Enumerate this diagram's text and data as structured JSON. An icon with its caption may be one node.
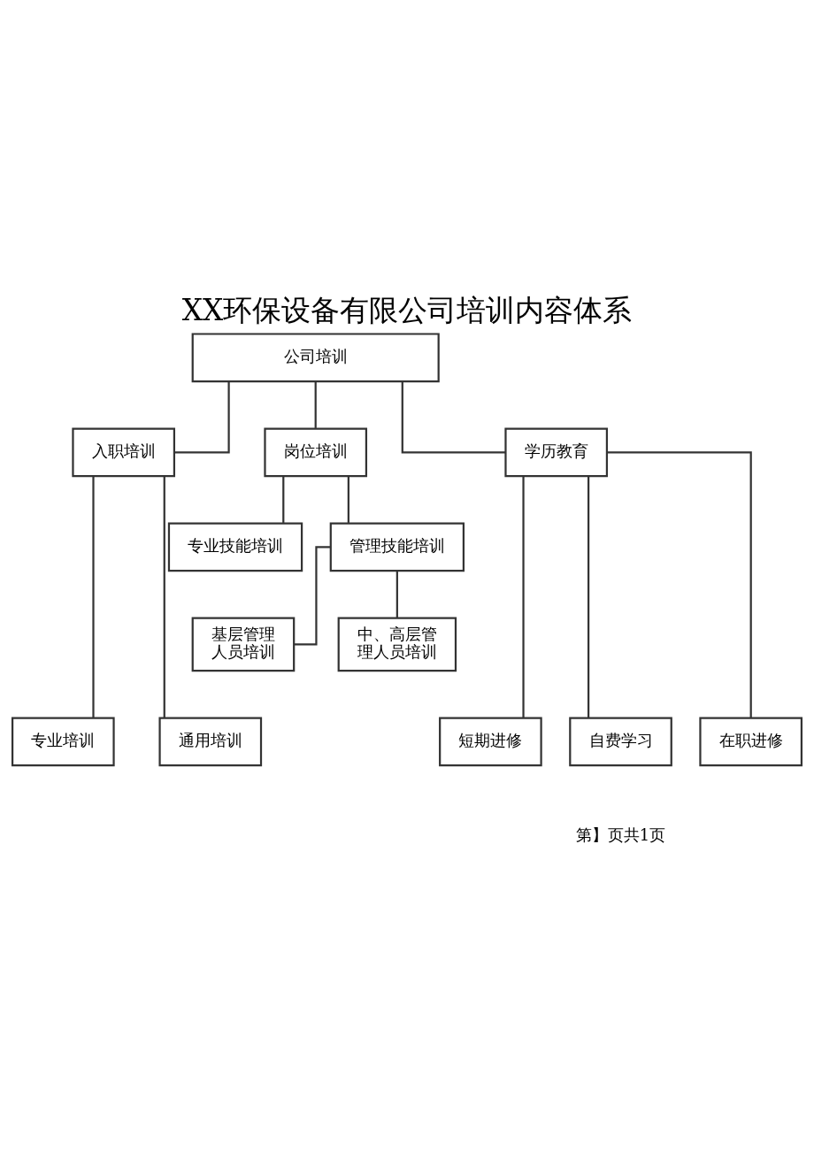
{
  "diagram": {
    "title": "XX环保设备有限公司培训内容体系",
    "nodes": [
      {
        "text": [
          "公司培训"
        ]
      },
      {
        "text": [
          "入职培训"
        ]
      },
      {
        "text": [
          "岗位培训"
        ]
      },
      {
        "text": [
          "学历教育"
        ]
      },
      {
        "text": [
          "管理技能培训"
        ]
      },
      {
        "text": [
          "专业技能培训"
        ]
      },
      {
        "text": [
          "中、高层管理人员培训"
        ]
      },
      {
        "text": [
          "基层管理人员培训"
        ]
      },
      {
        "text": [
          "通用培训"
        ]
      },
      {
        "text": [
          "专业培训"
        ]
      },
      {
        "text": [
          "在职进修"
        ]
      },
      {
        "text": [
          "短期进修"
        ]
      },
      {
        "text": [
          "自费学习"
        ]
      }
    ],
    "edges": [
      {
        "from": 0,
        "to": 1,
        "arrow": "none"
      },
      {
        "from": 0,
        "to": 2,
        "arrow": "none"
      },
      {
        "from": 0,
        "to": 3,
        "arrow": "none"
      },
      {
        "from": 2,
        "to": 4,
        "arrow": "none"
      },
      {
        "from": 2,
        "to": 5,
        "arrow": "none"
      },
      {
        "from": 4,
        "to": 6,
        "arrow": "none"
      },
      {
        "from": 4,
        "to": 7,
        "arrow": "none"
      },
      {
        "from": 1,
        "to": 8,
        "arrow": "none"
      },
      {
        "from": 1,
        "to": 9,
        "arrow": "none"
      },
      {
        "from": 3,
        "to": 10,
        "arrow": "none"
      },
      {
        "from": 3,
        "to": 11,
        "arrow": "none"
      },
      {
        "from": 3,
        "to": 12,
        "arrow": "none"
      }
    ],
    "labels": [
      "第】页共1页"
    ]
  }
}
